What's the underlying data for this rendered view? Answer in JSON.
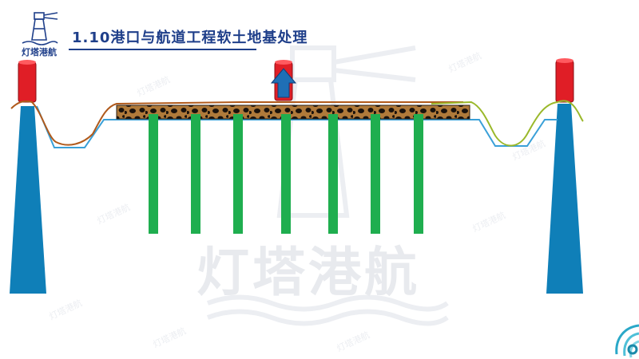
{
  "slide": {
    "title": "1.10港口与航道工程软土地基处理",
    "logo_text": "灯塔港航",
    "watermark": "灯塔港航",
    "watermark_small": "灯塔港航"
  },
  "colors": {
    "title": "#1f3f8a",
    "pier": "#0f7fb8",
    "bollard": "#e01e26",
    "pile": "#1fae4f",
    "slab": "#3a2a1c",
    "ground_line": "#3aa0d8",
    "mud_line": "#b05a1c",
    "green_line": "#9ab82a",
    "arrow": "#1f6fb5"
  },
  "icons": {
    "logo": "lighthouse-icon",
    "arrow": "up-arrow-icon",
    "corner": "swirl-logo-icon"
  }
}
